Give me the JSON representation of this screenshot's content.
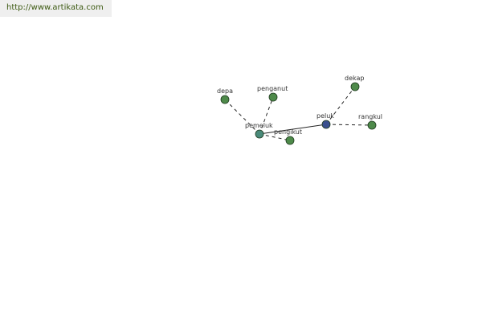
{
  "banner": {
    "url_text": "http://www.artikata.com"
  },
  "graph": {
    "colors": {
      "main_node": "#3a4f8e",
      "hub_node": "#4a8a7a",
      "leaf_node": "#4e8a4a",
      "node_stroke": "#1e3a1e",
      "edge": "#222222"
    },
    "nodes": [
      {
        "id": "peluk",
        "label": "peluk",
        "kind": "main"
      },
      {
        "id": "pemeluk",
        "label": "pemeluk",
        "kind": "hub"
      },
      {
        "id": "depa",
        "label": "depa",
        "kind": "leaf"
      },
      {
        "id": "penganut",
        "label": "penganut",
        "kind": "leaf"
      },
      {
        "id": "pengikut",
        "label": "pengikut",
        "kind": "leaf"
      },
      {
        "id": "dekap",
        "label": "dekap",
        "kind": "leaf"
      },
      {
        "id": "rangkul",
        "label": "rangkul",
        "kind": "leaf"
      }
    ],
    "edges": [
      {
        "from": "peluk",
        "to": "pemeluk",
        "style": "solid"
      },
      {
        "from": "peluk",
        "to": "dekap",
        "style": "dashed"
      },
      {
        "from": "peluk",
        "to": "rangkul",
        "style": "dashed"
      },
      {
        "from": "pemeluk",
        "to": "depa",
        "style": "dashed"
      },
      {
        "from": "pemeluk",
        "to": "penganut",
        "style": "dashed"
      },
      {
        "from": "pemeluk",
        "to": "pengikut",
        "style": "dashed"
      }
    ]
  }
}
